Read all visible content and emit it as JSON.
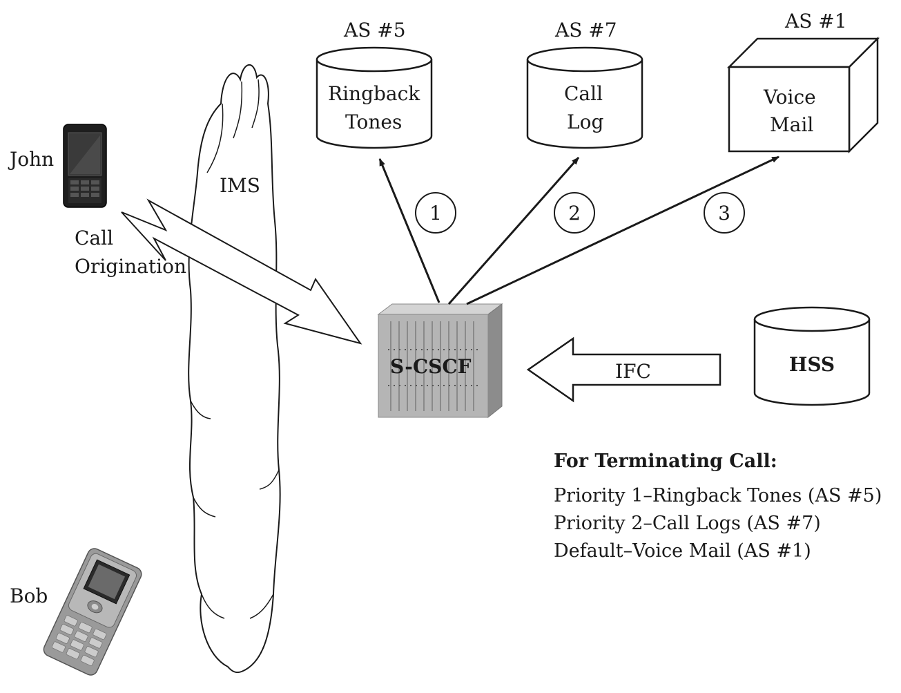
{
  "actors": {
    "john": {
      "name": "John",
      "device_icon": "candybar-phone-icon"
    },
    "bob": {
      "name": "Bob",
      "device_icon": "slider-phone-icon"
    }
  },
  "ims_label": "IMS",
  "call_origination": {
    "line1": "Call",
    "line2": "Origination"
  },
  "scscf_label": "S-CSCF",
  "hss_label": "HSS",
  "ifc_label": "IFC",
  "app_servers": [
    {
      "tag": "AS #5",
      "line1": "Ringback",
      "line2": "Tones",
      "shape": "cylinder",
      "step": "1"
    },
    {
      "tag": "AS #7",
      "line1": "Call",
      "line2": "Log",
      "shape": "cylinder",
      "step": "2"
    },
    {
      "tag": "AS #1",
      "line1": "Voice",
      "line2": "Mail",
      "shape": "box",
      "step": "3"
    }
  ],
  "terminating_rules": {
    "heading": "For Terminating Call:",
    "items": [
      "Priority 1–Ringback Tones (AS #5)",
      "Priority 2–Call Logs (AS #7)",
      "Default–Voice Mail (AS #1)"
    ]
  },
  "colors": {
    "stroke": "#1a1a1a",
    "server_front": "#b5b5b5",
    "server_side": "#8c8c8c",
    "server_top": "#d4d4d4"
  }
}
